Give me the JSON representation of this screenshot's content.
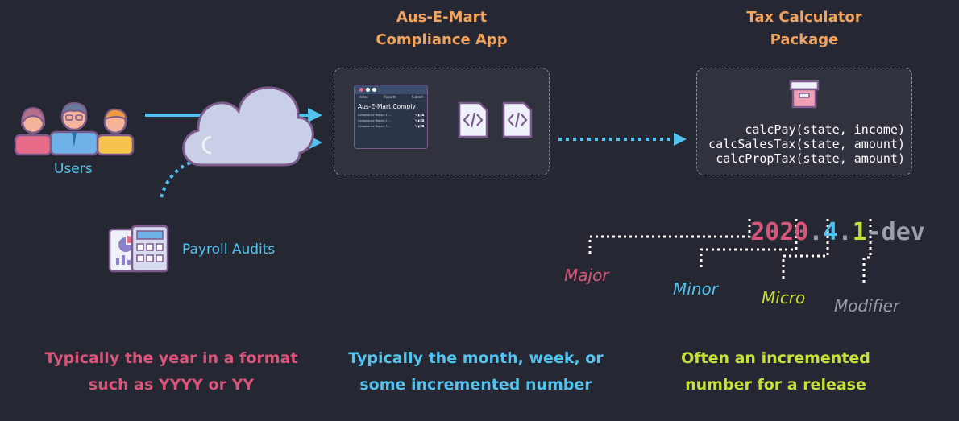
{
  "app": {
    "title_line1": "Aus-E-Mart",
    "title_line2": "Compliance App",
    "mini_nav": [
      "Home",
      "Reports",
      "Submit"
    ],
    "mini_title": "Aus-E-Mart Comply",
    "mini_rows": [
      "Compliance Report 1 ...",
      "Compliance Report 2 ...",
      "Compliance Report 3 ..."
    ]
  },
  "package": {
    "title_line1": "Tax Calculator",
    "title_line2": "Package",
    "functions": [
      "calcPay(state, income)",
      "calcSalesTax(state, amount)",
      "calcPropTax(state, amount)"
    ]
  },
  "users": {
    "label": "Users"
  },
  "payroll": {
    "label": "Payroll Audits"
  },
  "version": {
    "major": "2020",
    "dot1": ".",
    "minor": "4",
    "dot2": ".",
    "micro": "1",
    "modifier": "-dev"
  },
  "version_parts": {
    "major": "Major",
    "minor": "Minor",
    "micro": "Micro",
    "modifier": "Modifier"
  },
  "notes": {
    "major_line1": "Typically the year in a format",
    "major_line2": "such as YYYY or YY",
    "minor_line1": "Typically the month, week, or",
    "minor_line2": "some incremented number",
    "micro_line1": "Often an incremented",
    "micro_line2": "number for a release"
  },
  "colors": {
    "background": "#252833",
    "orange": "#f2a35e",
    "blue": "#52c3ef",
    "pink": "#d9557a",
    "green": "#c6e03a",
    "gray": "#9aa0ab"
  }
}
